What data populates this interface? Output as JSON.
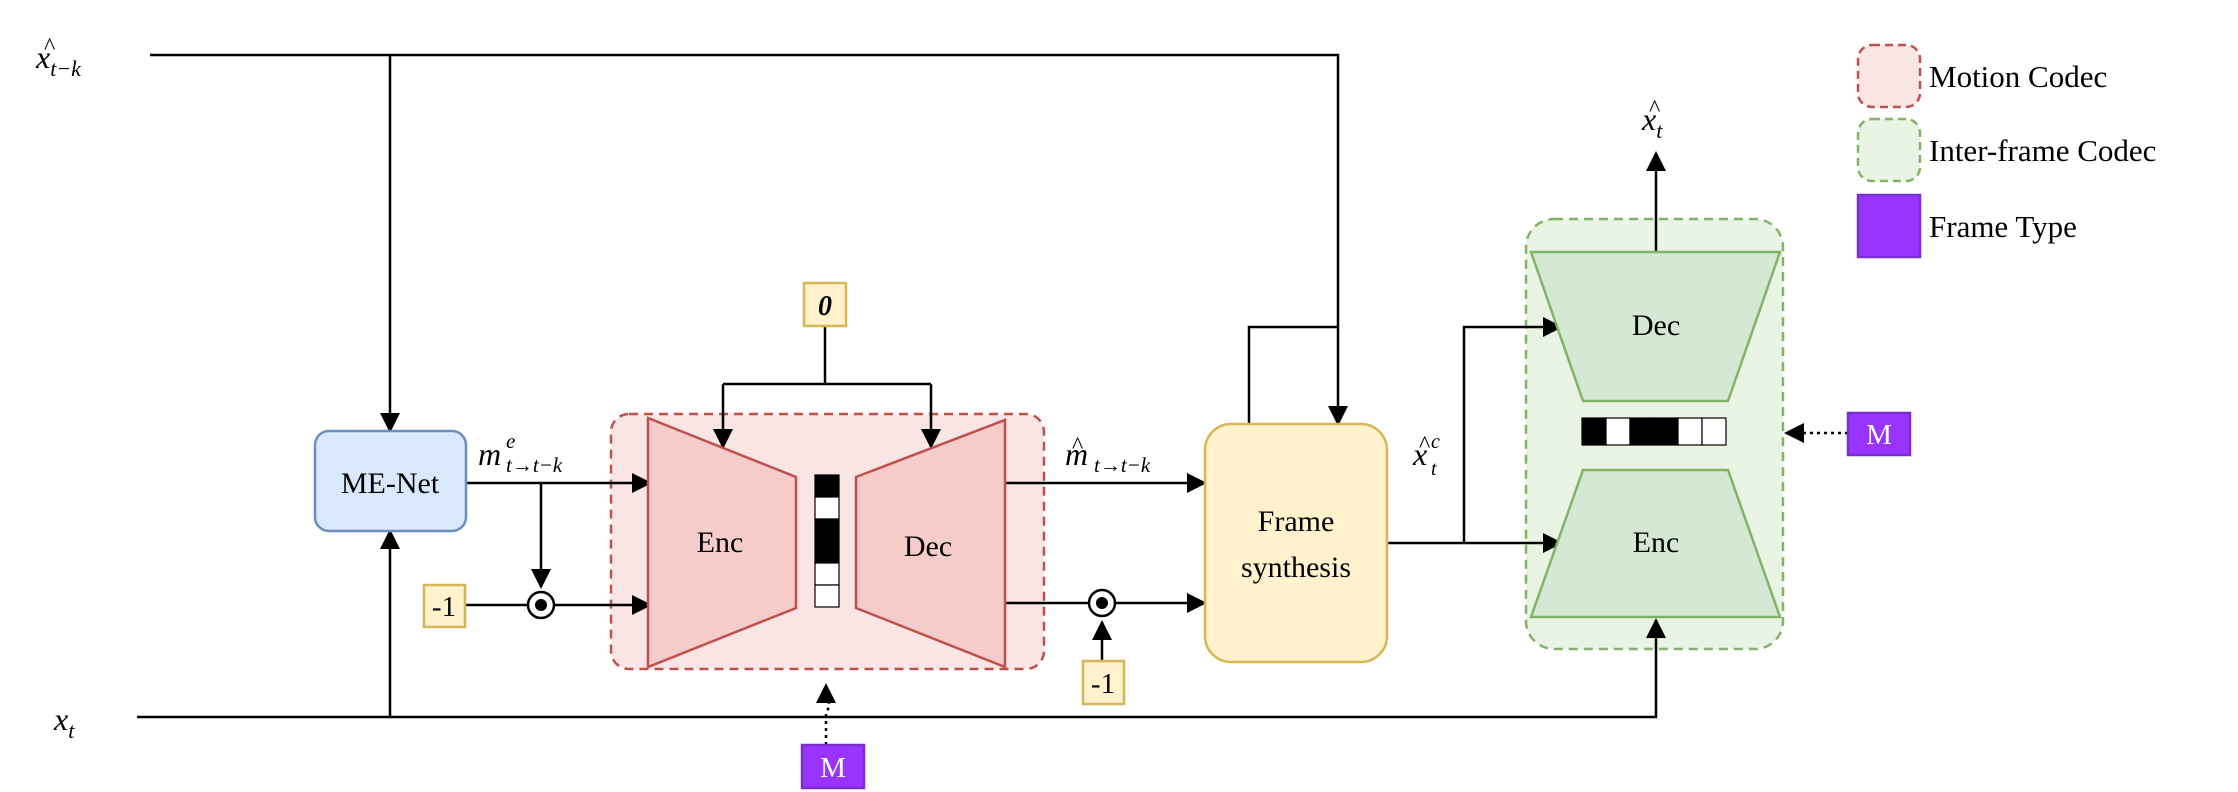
{
  "inputs": {
    "ref_frame": {
      "base": "x",
      "sub": "t−k"
    },
    "cur_frame": {
      "base": "x",
      "sub": "t"
    }
  },
  "blocks": {
    "me_net": "ME-Net",
    "motion_enc": "Enc",
    "motion_dec": "Dec",
    "frame_synthesis_line1": "Frame",
    "frame_synthesis_line2": "synthesis",
    "inter_dec": "Dec",
    "inter_enc": "Enc"
  },
  "signals": {
    "motion_est": {
      "base": "m",
      "sup": "e",
      "sub": "t→t−k"
    },
    "motion_rec": {
      "base": "m",
      "sub": "t→t−k"
    },
    "coarse_frame": {
      "base": "x",
      "sup": "c",
      "sub": "t"
    },
    "output_frame": {
      "base": "x",
      "sub": "t"
    }
  },
  "constants": {
    "zero": "0",
    "neg_one_left": "-1",
    "neg_one_right": "-1"
  },
  "frame_type_inputs": {
    "motion_codec": "M",
    "inter_codec": "M"
  },
  "legend": {
    "motion_codec": "Motion Codec",
    "inter_frame_codec": "Inter-frame Codec",
    "frame_type": "Frame Type"
  },
  "colors": {
    "motion_codec_fill": "#f9e5e3",
    "motion_codec_border": "#c0504d",
    "motion_block_fill": "#f6cccb",
    "inter_codec_fill": "#eaf4e4",
    "inter_codec_border": "#82b366",
    "inter_block_fill": "#d5e8d4",
    "me_net_fill": "#dae8fc",
    "me_net_border": "#6c8ebf",
    "synthesis_fill": "#fff2cc",
    "synthesis_border": "#d6b656",
    "frame_type_fill": "#9933ff",
    "frame_type_border": "#7a2ccf",
    "constant_fill": "#fff2cc",
    "constant_border": "#d6b656"
  },
  "latent_bits": {
    "motion": [
      1,
      0,
      1,
      1,
      0,
      0
    ],
    "inter": [
      1,
      0,
      1,
      1,
      0,
      0
    ]
  }
}
